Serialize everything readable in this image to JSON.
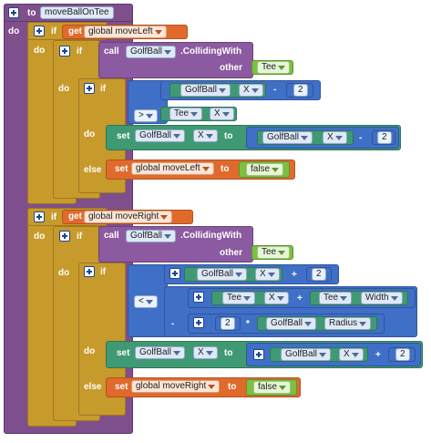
{
  "procedure": {
    "keyword": "to",
    "name": "moveBallOnTee",
    "do": "do"
  },
  "kw": {
    "if": "if",
    "do": "do",
    "else": "else",
    "get": "get",
    "set": "set",
    "call": "call",
    "to": "to",
    "other": "other"
  },
  "block1": {
    "if_var": "global moveLeft",
    "call_component": "GolfBall",
    "call_method": ".CollidingWith",
    "other_value": "Tee",
    "cmp_left_component": "GolfBall",
    "cmp_left_prop": "X",
    "minus_op": "-",
    "minus_value": "2",
    "cmp_op": ">",
    "cmp_right_component": "Tee",
    "cmp_right_prop": "X",
    "set_component": "GolfBall",
    "set_prop": "X",
    "set_val_component": "GolfBall",
    "set_val_prop": "X",
    "set_minus_op": "-",
    "set_minus_value": "2",
    "else_var": "global moveLeft",
    "else_value": "false"
  },
  "block2": {
    "if_var": "global moveRight",
    "call_component": "GolfBall",
    "call_method": ".CollidingWith",
    "other_value": "Tee",
    "sum_component": "GolfBall",
    "sum_prop": "X",
    "plus_op": "+",
    "sum_value": "2",
    "cmp_op": "<",
    "tee_component": "Tee",
    "tee_prop": "X",
    "tee_plus": "+",
    "tee_w_component": "Tee",
    "tee_w_prop": "Width",
    "minus_op": "-",
    "rad_value": "2",
    "mult_op": "*",
    "rad_component": "GolfBall",
    "rad_prop": "Radius",
    "set_component": "GolfBall",
    "set_prop": "X",
    "set_val_component": "GolfBall",
    "set_val_prop": "X",
    "set_plus_op": "+",
    "set_plus_value": "2",
    "else_var": "global moveRight",
    "else_value": "false"
  },
  "colors": {
    "procedure": "#7f4f8d",
    "control": "#c79a2c",
    "component_call": "#8c5aa0",
    "math": "#3f6fc7",
    "component_set": "#3f9a74",
    "variable": "#e06a2c",
    "logic": "#7cbf43"
  }
}
